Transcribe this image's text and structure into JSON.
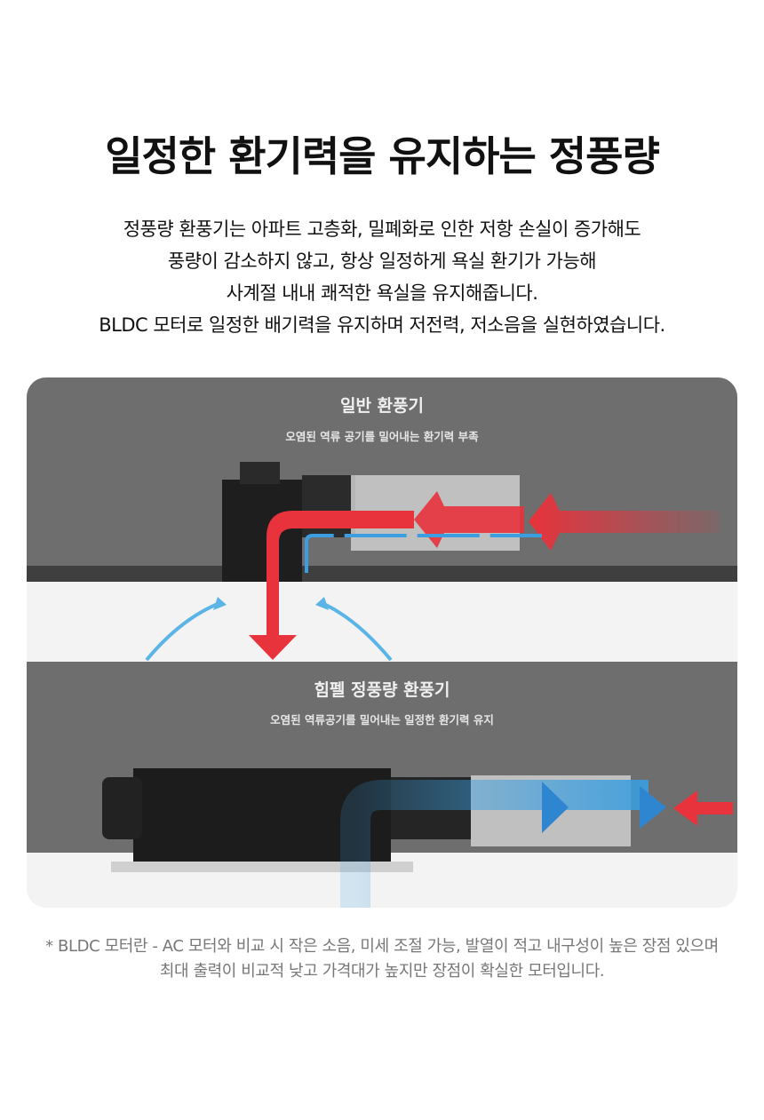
{
  "title": "일정한 환기력을 유지하는 정풍량",
  "description": [
    "정풍량 환풍기는 아파트 고층화, 밀폐화로 인한 저항 손실이 증가해도",
    "풍량이 감소하지 않고, 항상 일정하게 욕실 환기가 가능해",
    "사계절 내내 쾌적한 욕실을 유지해줍니다.",
    "BLDC 모터로 일정한 배기력을 유지하며 저전력, 저소음을 실현하였습니다."
  ],
  "illustration": {
    "top": {
      "heading": "일반 환풍기",
      "caption": "오염된 역류 공기를 밀어내는 환기력 부족"
    },
    "bottom": {
      "heading": "힘펠 정풍량 환풍기",
      "caption": "오염된 역류공기를 밀어내는 일정한 환기력 유지"
    },
    "colors": {
      "panel": "#6e6e6e",
      "red_arrow": "#e8323c",
      "blue_arrow": "#3a9ee0"
    }
  },
  "footnote": [
    "* BLDC 모터란 - AC 모터와 비교 시 작은 소음, 미세 조절 가능, 발열이 적고 내구성이 높은 장점 있으며",
    "최대 출력이 비교적 낮고 가격대가 높지만 장점이 확실한 모터입니다."
  ]
}
